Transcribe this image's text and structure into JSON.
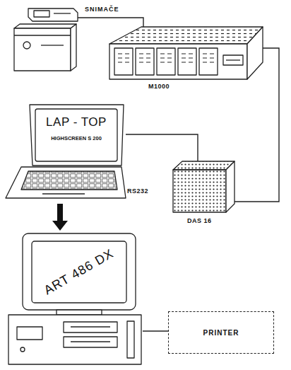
{
  "diagram": {
    "nodes": [
      {
        "text": [
          "SNIMAČE"
        ]
      },
      {
        "text": [
          "M1000"
        ]
      },
      {
        "text": [
          "LAP - TOP",
          "HIGHSCREEN S 200"
        ]
      },
      {
        "text": [
          "DAS 16"
        ]
      },
      {
        "text": [
          "ART 486 DX"
        ]
      },
      {
        "text": [
          "PRINTER"
        ]
      }
    ],
    "edges": [
      {
        "from": 0,
        "to": 1,
        "arrow": "none"
      },
      {
        "from": 1,
        "to": 3,
        "arrow": "none"
      },
      {
        "from": 2,
        "to": 3,
        "arrow": "none"
      },
      {
        "from": 2,
        "to": 4,
        "arrow": "to"
      },
      {
        "from": 4,
        "to": 5,
        "arrow": "none"
      }
    ],
    "labels": [
      "RS232"
    ]
  }
}
